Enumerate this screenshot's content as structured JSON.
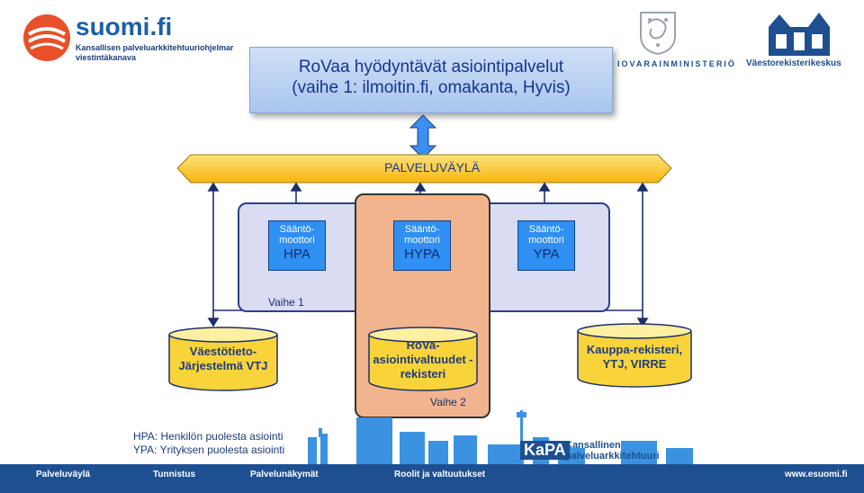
{
  "header": {
    "suomi_logo": "suomi.fi",
    "suomi_sub1": "Kansallisen palveluarkkitehtuuriohjelmar",
    "suomi_sub2": "viestintäkanava",
    "ministry": "IOVARAINMINISTERIÖ",
    "vrk": "Väestorekisterikeskus"
  },
  "title": {
    "line1": "RoVaa hyödyntävät asiointipalvelut",
    "line2": "(vaihe 1: ilmoitin.fi, omakanta, Hyvis)"
  },
  "bus": {
    "label": "PALVELUVÄYLÄ"
  },
  "rule_engines": [
    {
      "line1": "Sääntö-",
      "line2": "moottori",
      "code": "HPA"
    },
    {
      "line1": "Sääntö-",
      "line2": "moottori",
      "code": "HYPA"
    },
    {
      "line1": "Sääntö-",
      "line2": "moottori",
      "code": "YPA"
    }
  ],
  "phases": {
    "vaihe1": "Vaihe 1",
    "vaihe2": "Vaihe 2"
  },
  "registers": [
    {
      "line1": "Väestötieto-",
      "line2": "Järjestelmä VTJ",
      "line3": ""
    },
    {
      "line1": "RoVa-",
      "line2": "asiointivaltuudet -",
      "line3": "rekisteri"
    },
    {
      "line1": "Kauppa-rekisteri,",
      "line2": "YTJ, VIRRE",
      "line3": ""
    }
  ],
  "legend": {
    "hpa": "HPA: Henkilön puolesta asiointi",
    "ypa": "YPA: Yrityksen puolesta asiointi"
  },
  "kapa": {
    "logo": "KaPA",
    "line1": "Kansallinen",
    "line2": "palveluarkkitehtuuri"
  },
  "footer": {
    "items": [
      "Palveluväylä",
      "Tunnistus",
      "Palvelunäkymät",
      "Roolit ja valtuutukset"
    ],
    "url": "www.esuomi.fi"
  },
  "colors": {
    "title_text": "#16348c",
    "bus_fill": "#fcc422",
    "rule_box": "#2f8ff2",
    "vaihe1_fill": "#d9dcf3",
    "vaihe2_fill": "#f2b48e",
    "db_fill": "#fbe15a",
    "footer": "#1d4f91"
  }
}
